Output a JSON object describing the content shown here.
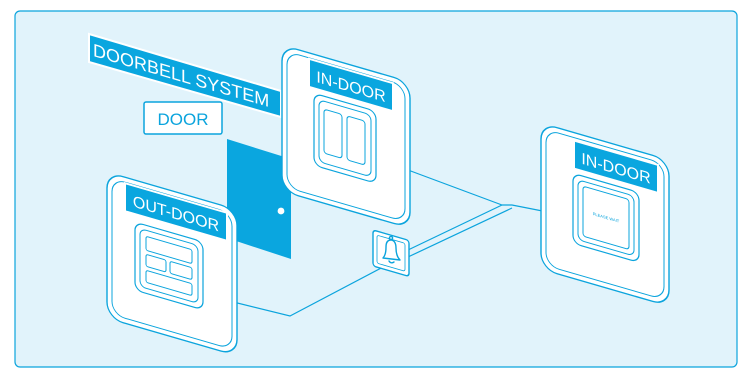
{
  "labels": {
    "title": "DOORBELL SYSTEM",
    "door": "DOOR",
    "indoor_left": "IN-DOOR",
    "indoor_right": "IN-DOOR",
    "outdoor": "OUT-DOOR",
    "screen_text": "PLEASE WAIT"
  },
  "icons": {
    "bell": "bell-icon"
  },
  "colors": {
    "background": "#e1f3fb",
    "line": "#0ba4dd",
    "door": "#0aa6df",
    "panel_fill": "#ffffff"
  }
}
